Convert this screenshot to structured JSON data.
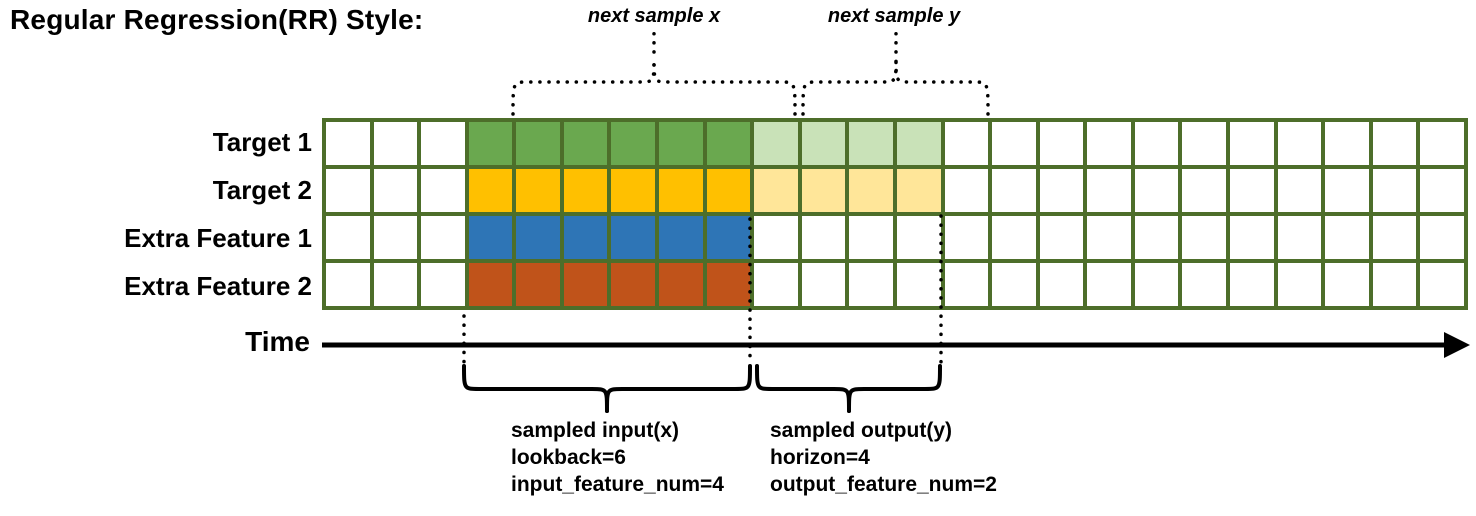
{
  "title": "Regular Regression(RR) Style:",
  "time_label": "Time",
  "next_sample": {
    "x_label": "next sample x",
    "y_label": "next sample y"
  },
  "grid": {
    "columns": 24,
    "border_color": "#4d6e2a",
    "input_range": {
      "start": 3,
      "end": 8
    },
    "output_range": {
      "start": 9,
      "end": 12
    },
    "rows": [
      {
        "label": "Target 1",
        "input_color": "#6aa84f",
        "output_color": "#c9e2b8"
      },
      {
        "label": "Target 2",
        "input_color": "#ffc000",
        "output_color": "#ffe699"
      },
      {
        "label": "Extra Feature 1",
        "input_color": "#2e75b6",
        "output_color": null
      },
      {
        "label": "Extra Feature 2",
        "input_color": "#c0531a",
        "output_color": null
      }
    ]
  },
  "input_annotation": {
    "lines": [
      "sampled input(x)",
      "lookback=6",
      "input_feature_num=4"
    ]
  },
  "output_annotation": {
    "lines": [
      "sampled output(y)",
      "horizon=4",
      "output_feature_num=2"
    ]
  }
}
